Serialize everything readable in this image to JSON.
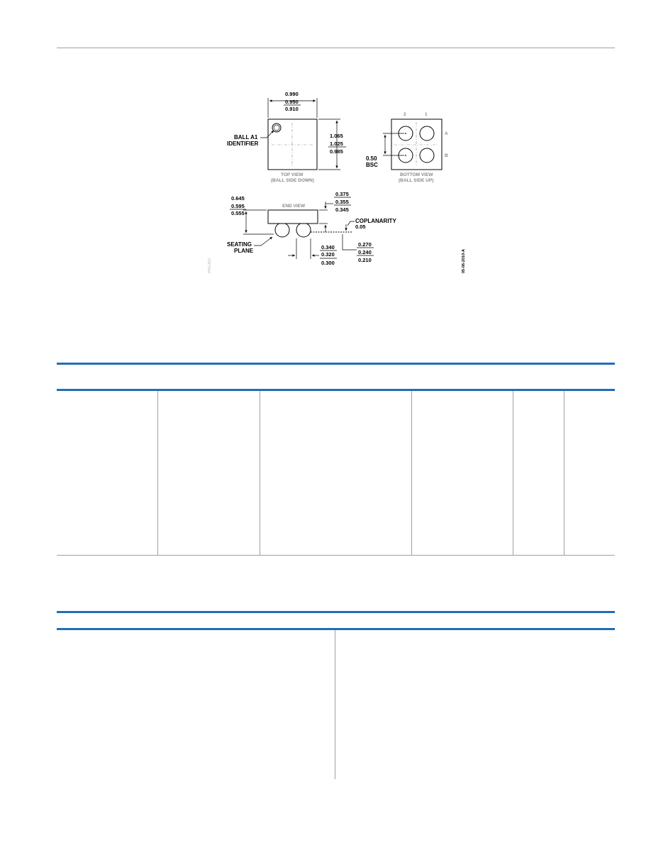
{
  "drawing": {
    "top_view": {
      "width_max": "0.990",
      "width_nom": "0.950",
      "width_min": "0.910",
      "height_max": "1.065",
      "height_nom": "1.025",
      "height_min": "0.985",
      "ball_a1_line1": "BALL A1",
      "ball_a1_line2": "IDENTIFIER",
      "caption_line1": "TOP VIEW",
      "caption_line2": "(BALL SIDE DOWN)"
    },
    "bottom_view": {
      "col_2": "2",
      "col_1": "1",
      "row_a": "A",
      "row_b": "B",
      "pitch": "0.50",
      "pitch_note": "BSC",
      "caption_line1": "BOTTOM VIEW",
      "caption_line2": "(BALL SIDE UP)"
    },
    "end_view": {
      "label": "END VIEW",
      "total_max": "0.645",
      "total_nom": "0.595",
      "total_min": "0.555",
      "body_max": "0.375",
      "body_nom": "0.355",
      "body_min": "0.345",
      "coplanarity_label": "COPLANARITY",
      "coplanarity_value": "0.05",
      "seating_line1": "SEATING",
      "seating_line2": "PLANE",
      "ball_max": "0.340",
      "ball_nom": "0.320",
      "ball_min": "0.300",
      "stand_max": "0.270",
      "stand_nom": "0.240",
      "stand_min": "0.210"
    },
    "side_id_left": "PKG-013",
    "side_id_right": "05-06-2010-A"
  }
}
